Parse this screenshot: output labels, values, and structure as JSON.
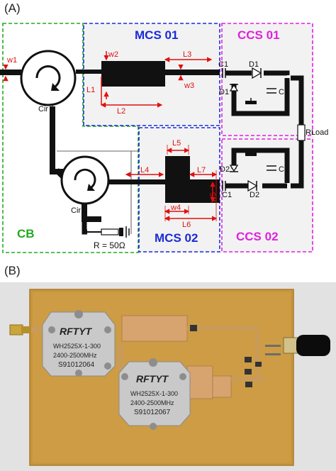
{
  "panel_a": {
    "label": "(A)",
    "blocks": {
      "cb": "CB",
      "mcs01": "MCS 01",
      "mcs02": "MCS 02",
      "ccs01": "CCS 01",
      "ccs02": "CCS 02"
    },
    "circulators": {
      "cir1": "Cir 1",
      "cir2": "Cir 2"
    },
    "resistor_label": "R = 50Ω",
    "rload_label": "RLoad",
    "dimensions": {
      "w1": "w1",
      "w2": "w2",
      "w3": "w3",
      "w4": "w4",
      "w5": "w5",
      "l1": "L1",
      "l2": "L2",
      "l3": "L3",
      "l4": "L4",
      "l5": "L5",
      "l6": "L6",
      "l7": "L7"
    },
    "components": {
      "c1_top": "C1",
      "c2_top": "C2",
      "d1_top": "D1",
      "d1_left": "D1",
      "c1_bottom": "C1",
      "c2_bottom": "C2",
      "d2_left": "D2",
      "d2_bottom": "D2"
    }
  },
  "panel_b": {
    "label": "(B)",
    "circ1": {
      "brand": "RFTYT",
      "model": "WH2525X-1-300",
      "freq": "2400-2500MHz",
      "serial": "S91012064"
    },
    "circ2": {
      "brand": "RFTYT",
      "model": "WH2525X-1-300",
      "freq": "2400-2500MHz",
      "serial": "S91012067"
    }
  },
  "colors": {
    "cb": "#22aa22",
    "mcs": "#1a2ad6",
    "ccs": "#e020e0",
    "dim": "#e01010",
    "trace": "#111111"
  }
}
